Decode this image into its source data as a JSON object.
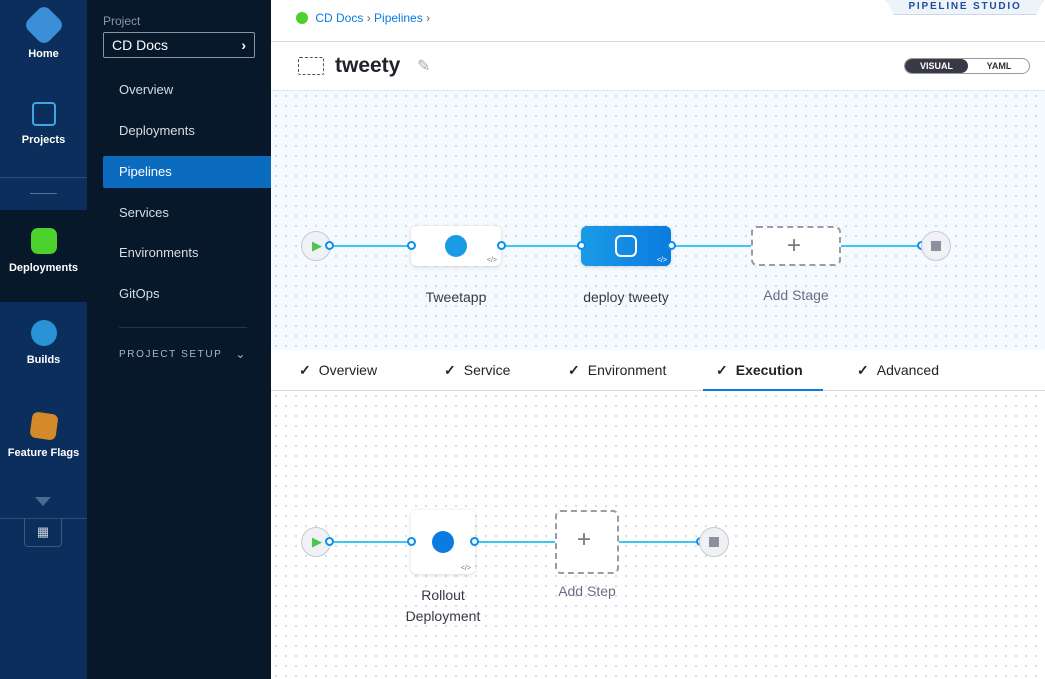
{
  "nav": {
    "items": [
      {
        "label": "Home",
        "icon": "home-icon"
      },
      {
        "label": "Projects",
        "icon": "projects-icon"
      },
      {
        "label": "Deployments",
        "icon": "deployments-icon",
        "active": true
      },
      {
        "label": "Builds",
        "icon": "builds-icon"
      },
      {
        "label": "Feature Flags",
        "icon": "feature-flags-icon"
      }
    ]
  },
  "sidebar": {
    "project_label": "Project",
    "project_name": "CD Docs",
    "items": [
      {
        "label": "Overview"
      },
      {
        "label": "Deployments"
      },
      {
        "label": "Pipelines",
        "active": true
      },
      {
        "label": "Services"
      },
      {
        "label": "Environments"
      },
      {
        "label": "GitOps"
      }
    ],
    "section": "PROJECT SETUP"
  },
  "header": {
    "breadcrumb": [
      "CD Docs",
      "Pipelines"
    ],
    "studio": "PIPELINE STUDIO",
    "title": "tweety",
    "toggle": [
      "VISUAL",
      "YAML"
    ],
    "toggle_selected": "VISUAL"
  },
  "stages": [
    {
      "label": "Tweetapp"
    },
    {
      "label": "deploy tweety",
      "selected": true
    },
    {
      "label": "Add Stage"
    }
  ],
  "tabs": [
    {
      "label": "Overview"
    },
    {
      "label": "Service"
    },
    {
      "label": "Environment"
    },
    {
      "label": "Execution",
      "active": true
    },
    {
      "label": "Advanced"
    }
  ],
  "steps": [
    {
      "label1": "Rollout",
      "label2": "Deployment"
    },
    {
      "label": "Add Step"
    }
  ],
  "colors": {
    "accent": "#0b6bbf",
    "connector": "#3dc7f6",
    "nav": "#0b2e5c",
    "sidebar": "#07182b"
  }
}
